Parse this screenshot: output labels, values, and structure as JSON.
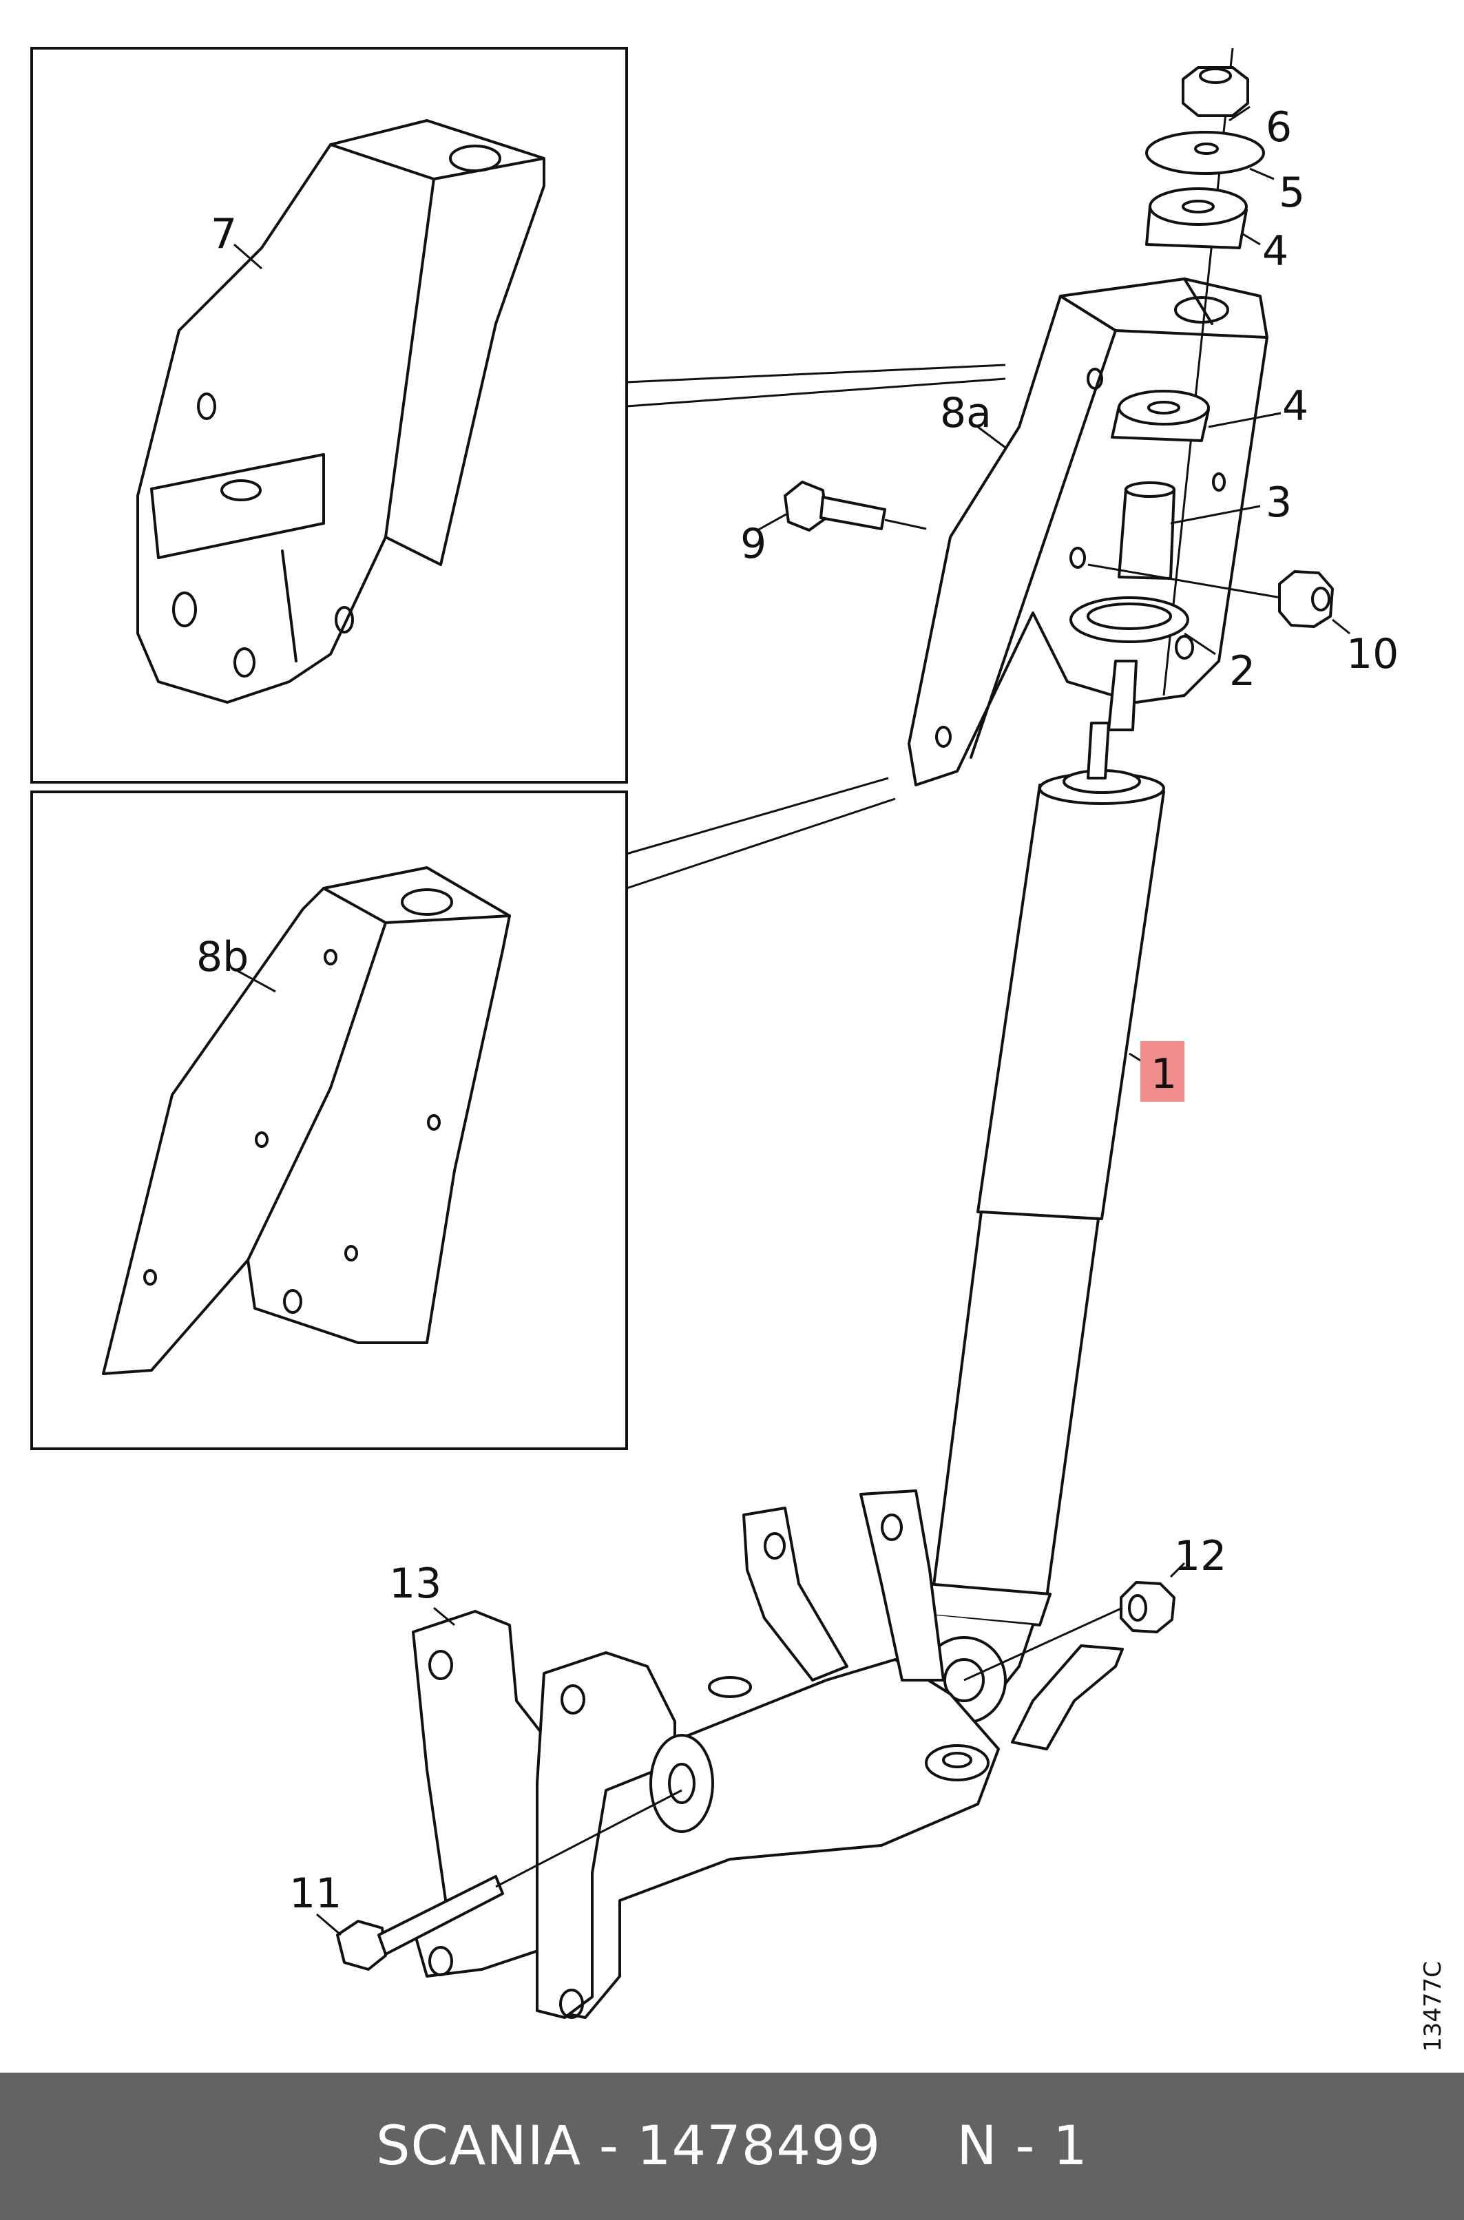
{
  "labels": {
    "l1": "1",
    "l2": "2",
    "l3": "3",
    "l4a": "4",
    "l4b": "4",
    "l5": "5",
    "l6": "6",
    "l7": "7",
    "l8a": "8a",
    "l8b": "8b",
    "l9": "9",
    "l10": "10",
    "l11": "11",
    "l12": "12",
    "l13": "13"
  },
  "highlight_color": "#f08c8c",
  "drawing_code": "13477C",
  "footer": {
    "brand_part": "SCANIA - 1478499",
    "qty": "N - 1"
  }
}
